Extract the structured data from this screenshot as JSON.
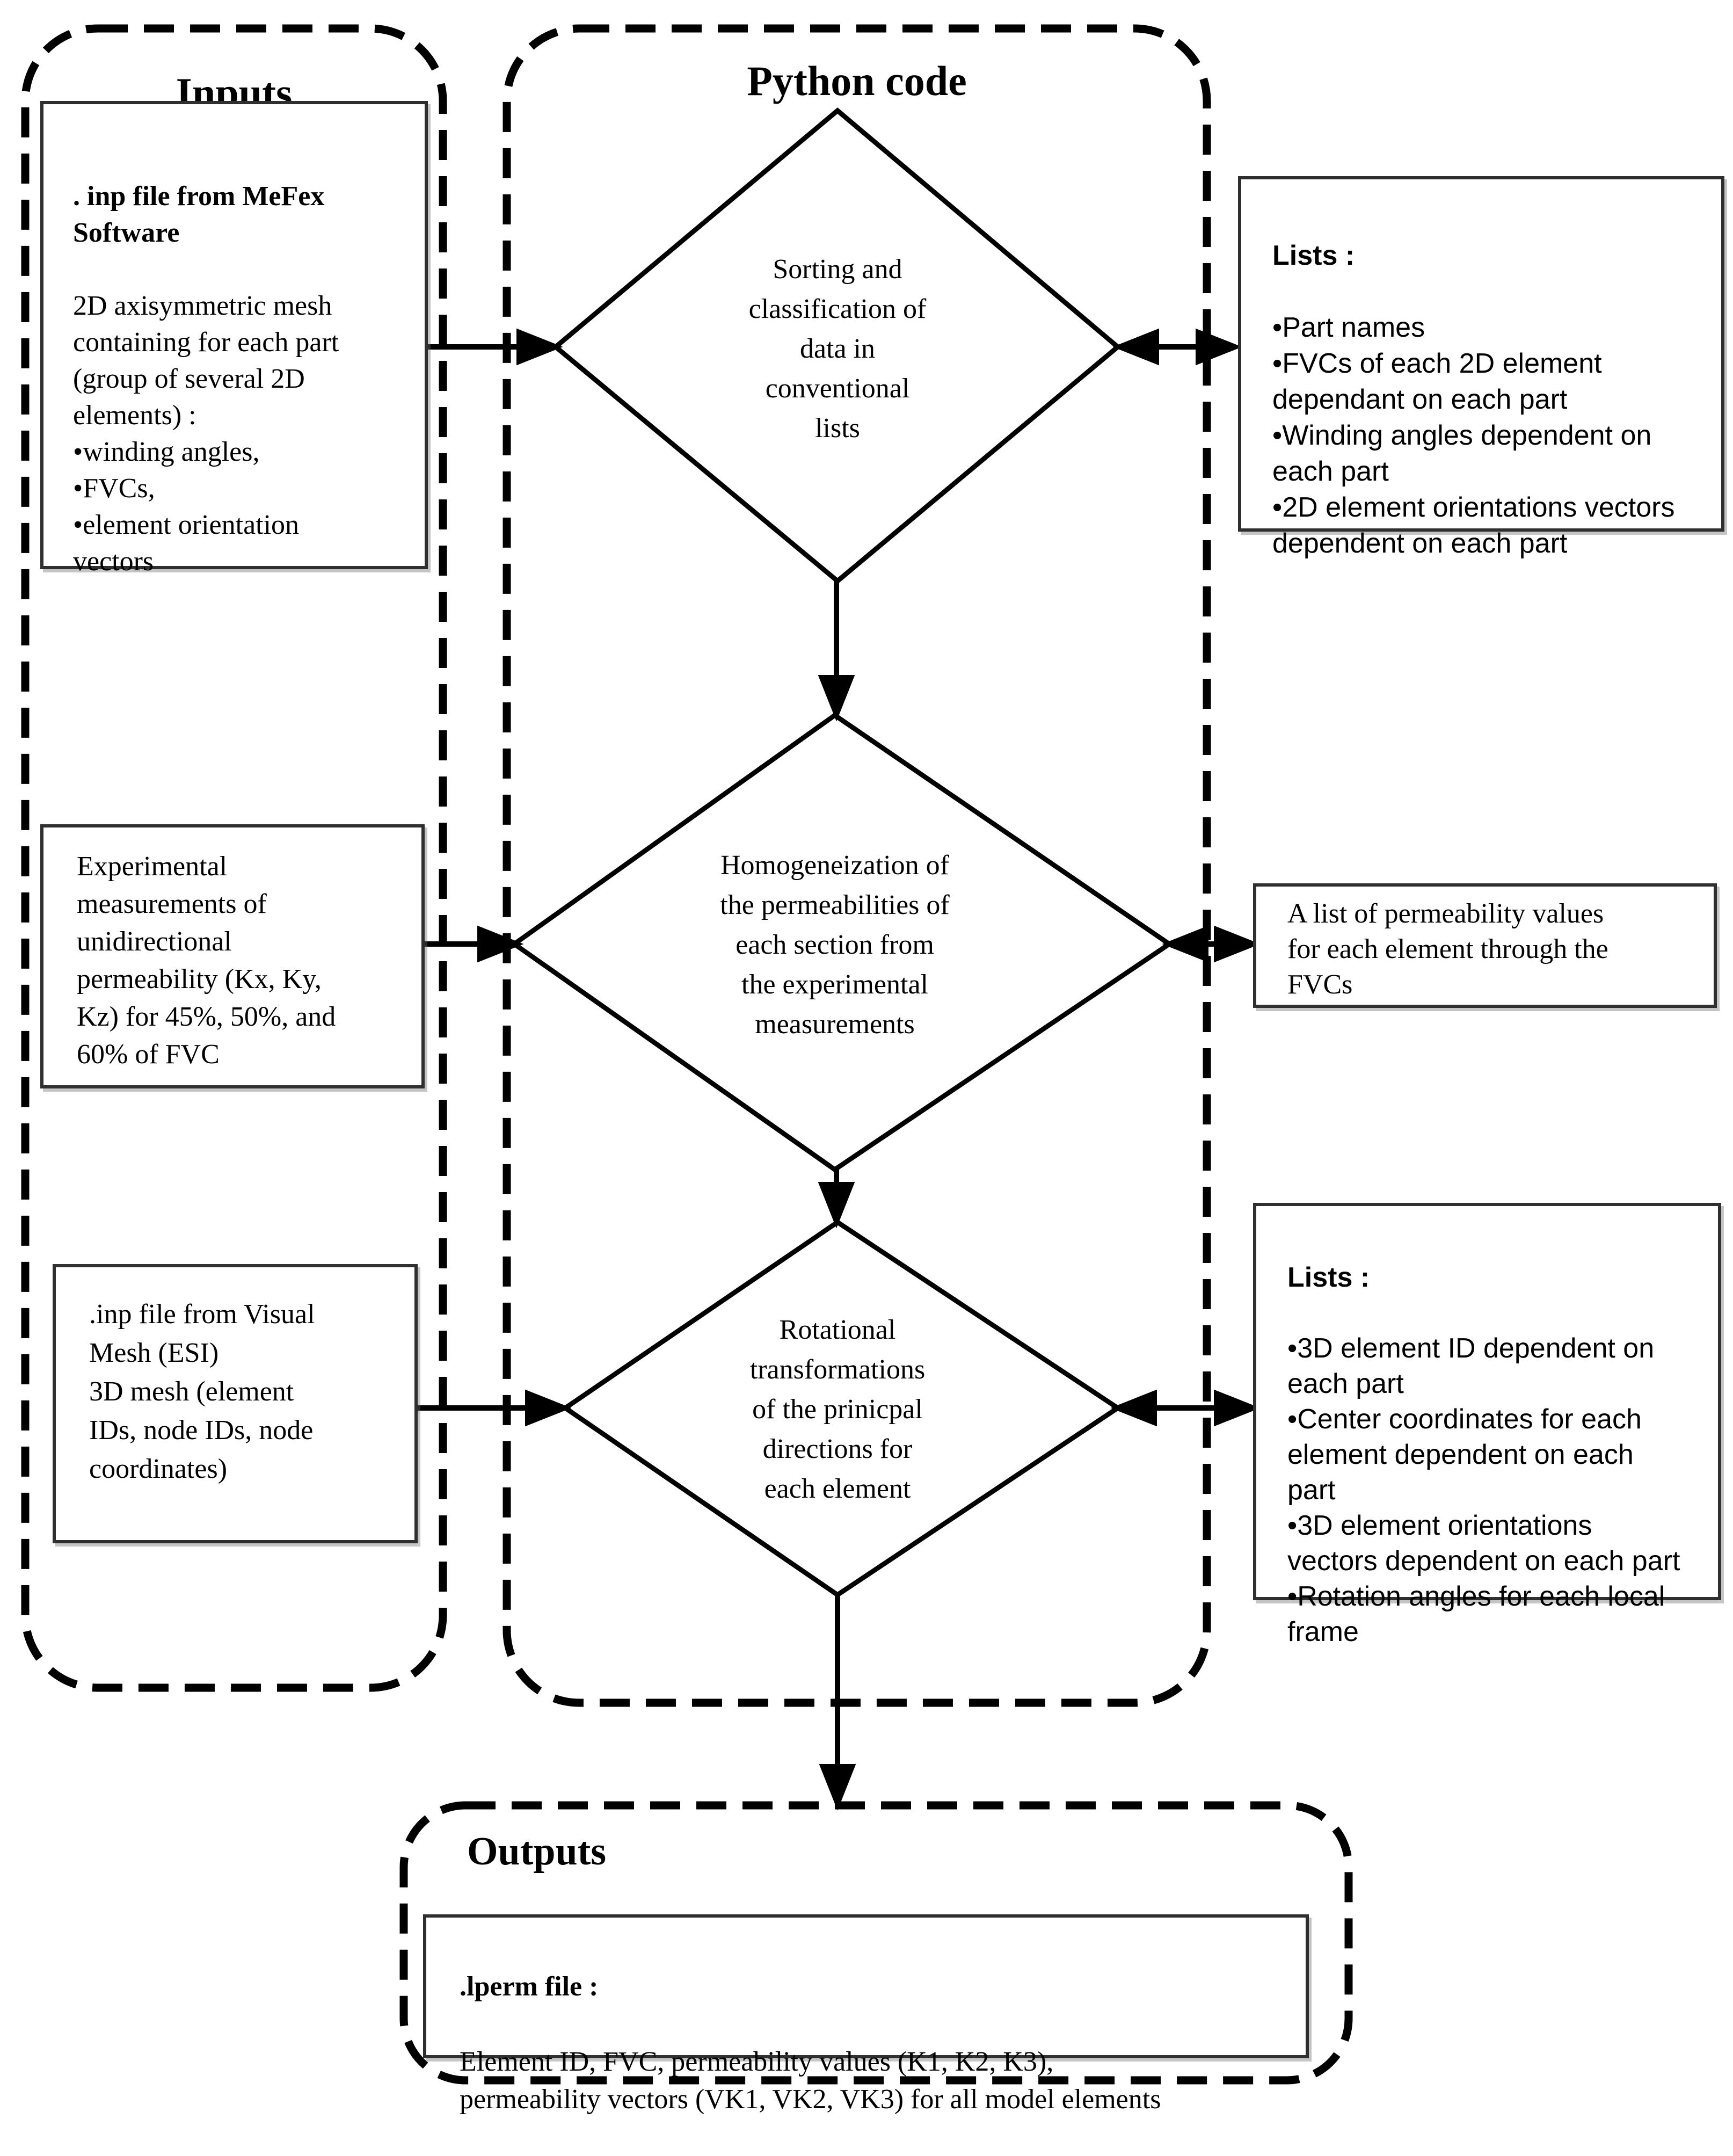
{
  "colors": {
    "ink": "#000000",
    "paper": "#ffffff",
    "box_border": "#2f2f2f"
  },
  "inputs_panel": {
    "label": "Inputs",
    "box1": {
      "heading": ". inp file from MeFex\nSoftware",
      "body": "2D axisymmetric mesh\ncontaining for each part\n(group of several 2D\nelements) :\n•winding angles,\n•FVCs,\n•element orientation\nvectors"
    },
    "box2": {
      "text": "Experimental\nmeasurements of\nunidirectional\npermeability (Kx, Ky,\nKz) for 45%, 50%, and\n60% of FVC"
    },
    "box3": {
      "text": ".inp file from Visual\nMesh (ESI)\n3D mesh (element\nIDs, node IDs, node\ncoordinates)"
    }
  },
  "python_panel": {
    "label": "Python code",
    "diamond1": {
      "text": "Sorting and\nclassification of\ndata in\nconventional\nlists"
    },
    "diamond2": {
      "text": "Homogeneization of\nthe permeabilities of\neach section from\nthe experimental\nmeasurements"
    },
    "diamond3": {
      "text": "Rotational\ntransformations\nof the prinicpal\ndirections for\neach element"
    }
  },
  "results_panel": {
    "list1": {
      "heading": "Lists :",
      "body": "•Part names\n•FVCs of each 2D element\ndependant on each part\n•Winding angles dependent on\neach part\n•2D element orientations vectors\ndependent on each part"
    },
    "list2": {
      "text": "A list of permeability values\nfor each element through the\nFVCs"
    },
    "list3": {
      "heading": "Lists :",
      "body": "•3D element ID dependent on\neach part\n•Center coordinates for each\nelement dependent on each\npart\n•3D element orientations\nvectors dependent on each part\n•Rotation angles for each local\nframe"
    }
  },
  "outputs_panel": {
    "label": "Outputs",
    "box": {
      "heading": ".lperm file :",
      "body": "Element ID, FVC, permeability values (K1, K2, K3),\npermeability vectors (VK1, VK2, VK3) for all model elements"
    }
  }
}
